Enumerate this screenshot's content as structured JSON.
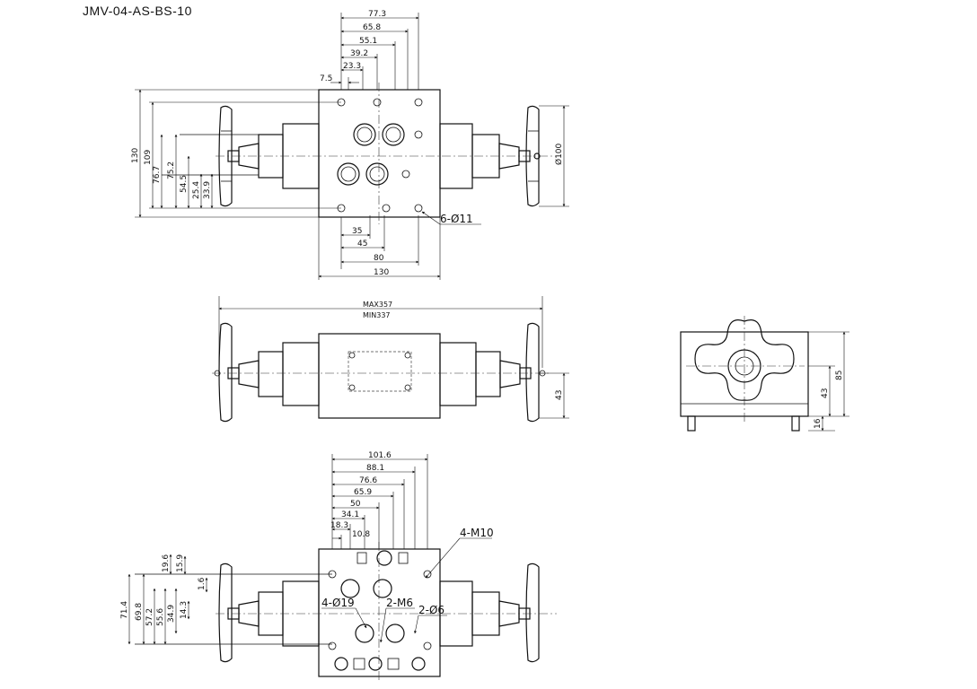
{
  "title": "JMV-04-AS-BS-10",
  "top_view": {
    "horizontal_dims": [
      "77.3",
      "65.8",
      "55.1",
      "39.2",
      "23.3",
      "7.5"
    ],
    "vertical_dims": [
      "130",
      "109",
      "76.7",
      "75.2",
      "54.5",
      "25.4",
      "33.9"
    ],
    "bottom_dims": [
      "35",
      "45",
      "80",
      "130"
    ],
    "hole_callout": "6-Ø11",
    "diameter": "Ø100"
  },
  "side_view": {
    "max_length": "MAX357",
    "min_length": "MIN337",
    "height": "43"
  },
  "end_view": {
    "dims": [
      "85",
      "43",
      "16"
    ]
  },
  "bottom_view": {
    "horizontal_dims": [
      "101.6",
      "88.1",
      "76.6",
      "65.9",
      "50",
      "34.1",
      "18.3",
      "10.8"
    ],
    "vertical_dims": [
      "71.4",
      "69.8",
      "57.2",
      "55.6",
      "34.9",
      "14.3",
      "19.6",
      "15.9",
      "1.6"
    ],
    "callouts": [
      "4-M10",
      "4-Ø19",
      "2-M6",
      "2-Ø6"
    ]
  }
}
